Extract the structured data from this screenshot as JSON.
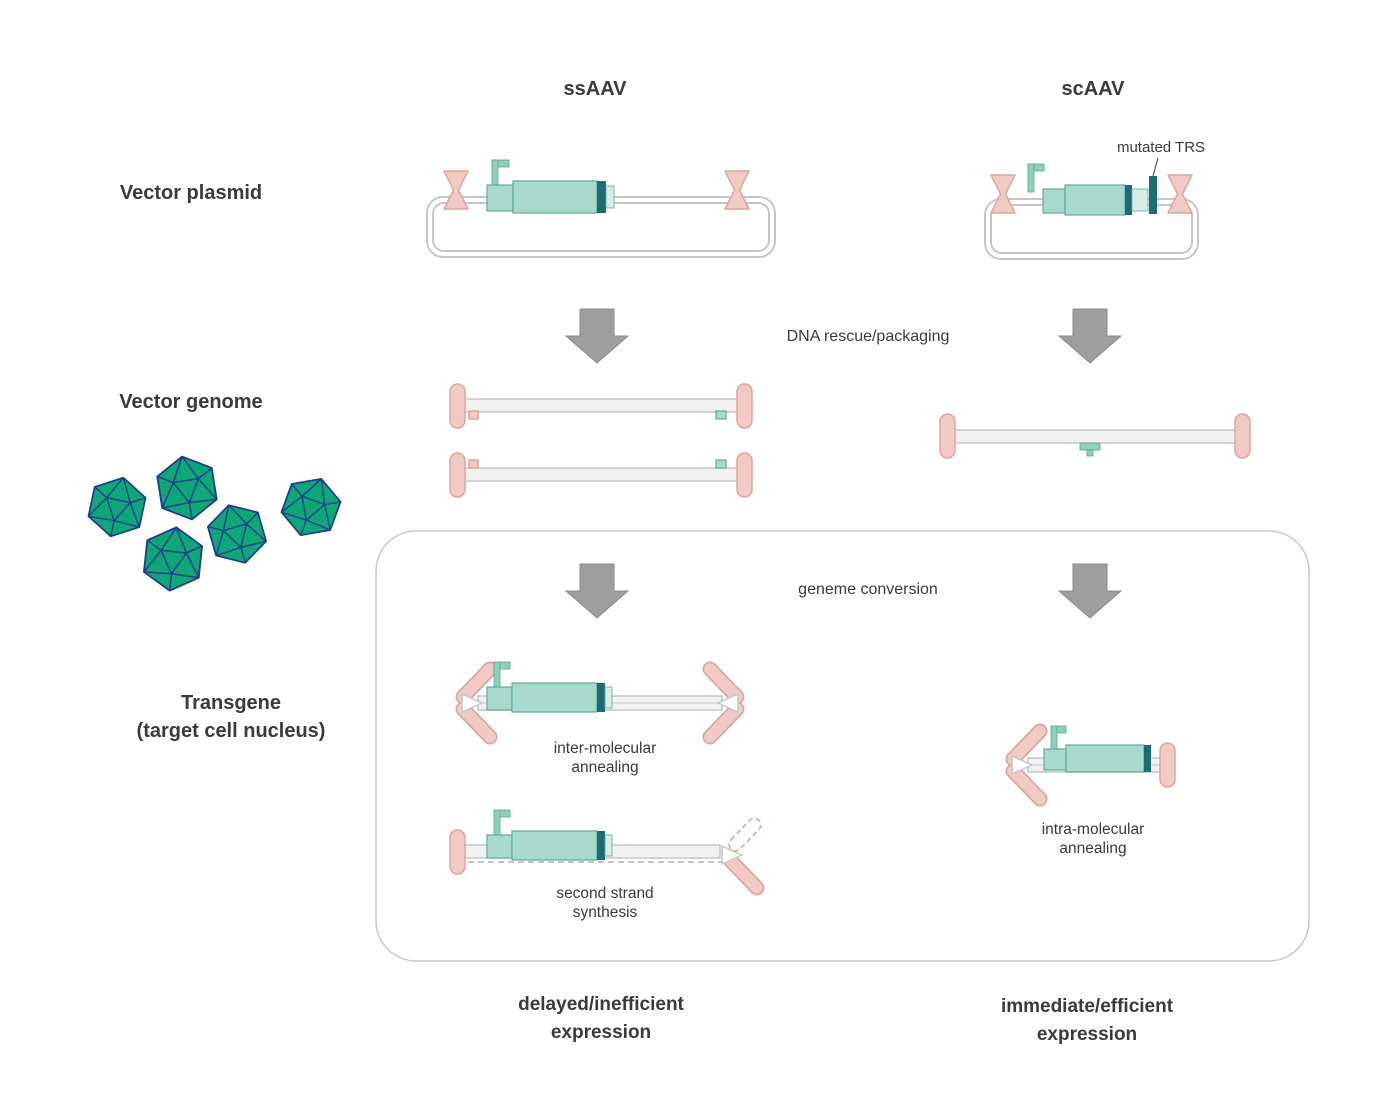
{
  "diagram": {
    "columns": [
      {
        "id": "ssaav",
        "header": "ssAAV"
      },
      {
        "id": "scaav",
        "header": "scAAV"
      }
    ],
    "row_labels": {
      "vector_plasmid": "Vector plasmid",
      "vector_genome": "Vector genome",
      "transgene_line1": "Transgene",
      "transgene_line2": "(target cell nucleus)"
    },
    "annotations": {
      "mutated_trs": "mutated TRS",
      "dna_rescue_packaging": "DNA rescue/packaging",
      "genome_conversion": "geneme conversion",
      "inter_molecular_line1": "inter-molecular",
      "inter_molecular_line2": "annealing",
      "second_strand_line1": "second strand",
      "second_strand_line2": "synthesis",
      "intra_molecular_line1": "intra-molecular",
      "intra_molecular_line2": "annealing"
    },
    "outcomes": {
      "ssaav_line1": "delayed/inefficient",
      "ssaav_line2": "expression",
      "scaav_line1": "immediate/efficient",
      "scaav_line2": "expression"
    },
    "legend_colors": {
      "itr_pink": "#f1cac4",
      "itr_pink_stroke": "#d9a79e",
      "cassette_teal": "#a7d9cd",
      "cassette_teal_stroke": "#63a99b",
      "dark_teal": "#1d6c72",
      "promoter_green": "#8fd0bd",
      "capsid_green": "#0fa678",
      "capsid_edge_blue": "#1c3d8f",
      "arrow_gray": "#9e9e9e",
      "strand_gray": "#f1f1f1",
      "strand_stroke": "#c6c6c6",
      "text_dark": "#3a3a3a"
    }
  }
}
